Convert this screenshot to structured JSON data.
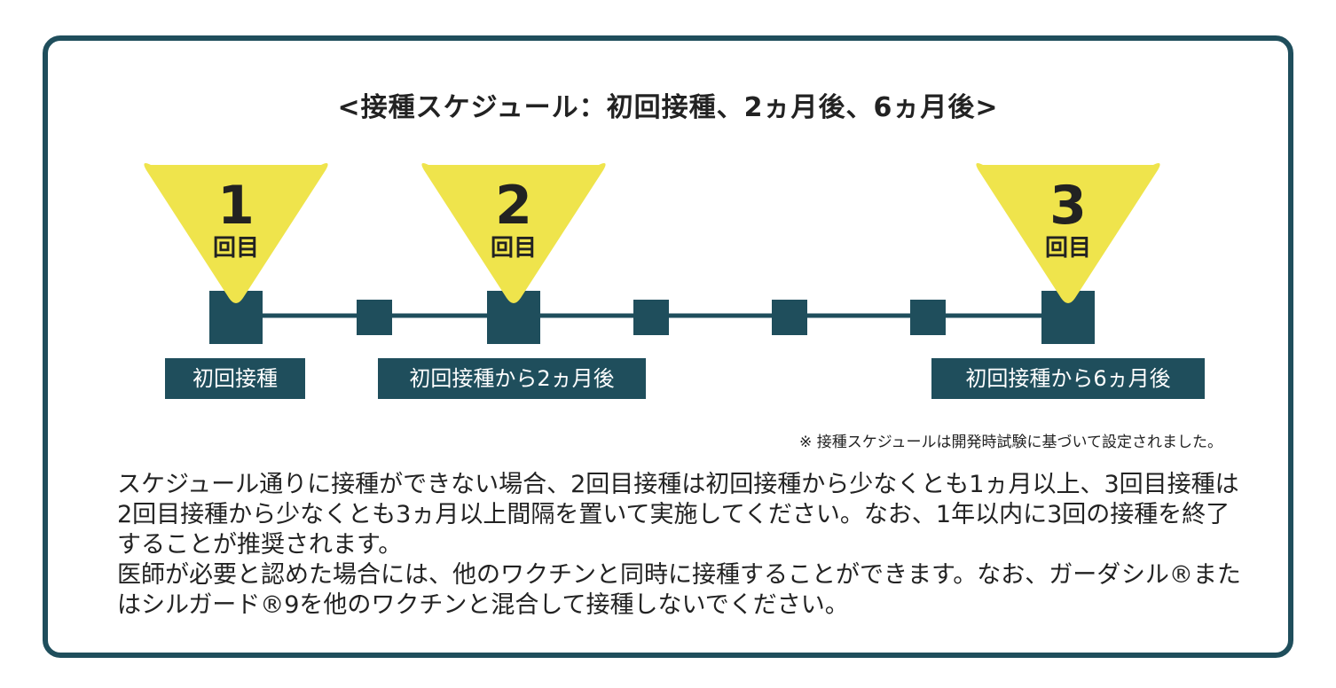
{
  "title": "<接種スケジュール：初回接種、2ヵ月後、6ヵ月後>",
  "colors": {
    "teal": "#1f4e5c",
    "yellow": "#efe44c",
    "text": "#222222"
  },
  "doses": [
    {
      "number": "1",
      "unit": "回目",
      "label": "初回接種"
    },
    {
      "number": "2",
      "unit": "回目",
      "label": "初回接種から2ヵ月後"
    },
    {
      "number": "3",
      "unit": "回目",
      "label": "初回接種から6ヵ月後"
    }
  ],
  "note": "※ 接種スケジュールは開発時試験に基づいて設定されました。",
  "paragraphs": [
    "スケジュール通りに接種ができない場合、2回目接種は初回接種から少なくとも1ヵ月以上、3回目接種は2回目接種から少なくとも3ヵ月以上間隔を置いて実施してください。なお、1年以内に3回の接種を終了することが推奨されます。",
    "医師が必要と認めた場合には、他のワクチンと同時に接種することができます。なお、ガーダシル®またはシルガード®9を他のワクチンと混合して接種しないでください。"
  ]
}
